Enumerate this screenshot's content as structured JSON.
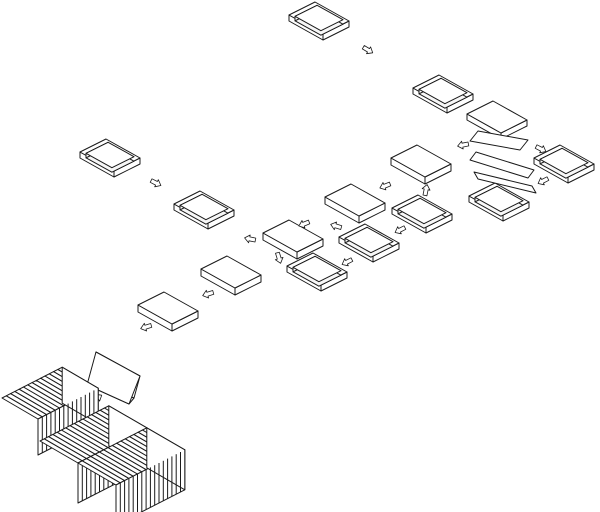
{
  "diagram": {
    "title": "",
    "colors": {
      "stroke": "#1a1a1a",
      "fill": "#ffffff",
      "floor": "#f7f7f7"
    },
    "steps": [
      {
        "id": "lid-top",
        "kind": "tray"
      },
      {
        "id": "tray-a",
        "kind": "tray"
      },
      {
        "id": "slab-a",
        "kind": "slab"
      },
      {
        "id": "tray-b",
        "kind": "tray"
      },
      {
        "id": "slab-b",
        "kind": "slab"
      },
      {
        "id": "slab-c",
        "kind": "slab"
      },
      {
        "id": "tray-c",
        "kind": "tray"
      },
      {
        "id": "slab-d",
        "kind": "slab"
      },
      {
        "id": "tray-d",
        "kind": "tray"
      },
      {
        "id": "tray-e",
        "kind": "tray"
      },
      {
        "id": "slab-e",
        "kind": "slab"
      },
      {
        "id": "slab-f",
        "kind": "slab"
      },
      {
        "id": "tray-f",
        "kind": "tray"
      },
      {
        "id": "slab-g",
        "kind": "slab"
      },
      {
        "id": "slab-h",
        "kind": "slab"
      },
      {
        "id": "tray-g",
        "kind": "tray"
      },
      {
        "id": "tray-h",
        "kind": "tray"
      },
      {
        "id": "fold-flaps",
        "kind": "flap"
      },
      {
        "id": "tilted-panel",
        "kind": "slab"
      },
      {
        "id": "stacked-panels",
        "kind": "stack"
      }
    ],
    "arrow_count": 16
  }
}
